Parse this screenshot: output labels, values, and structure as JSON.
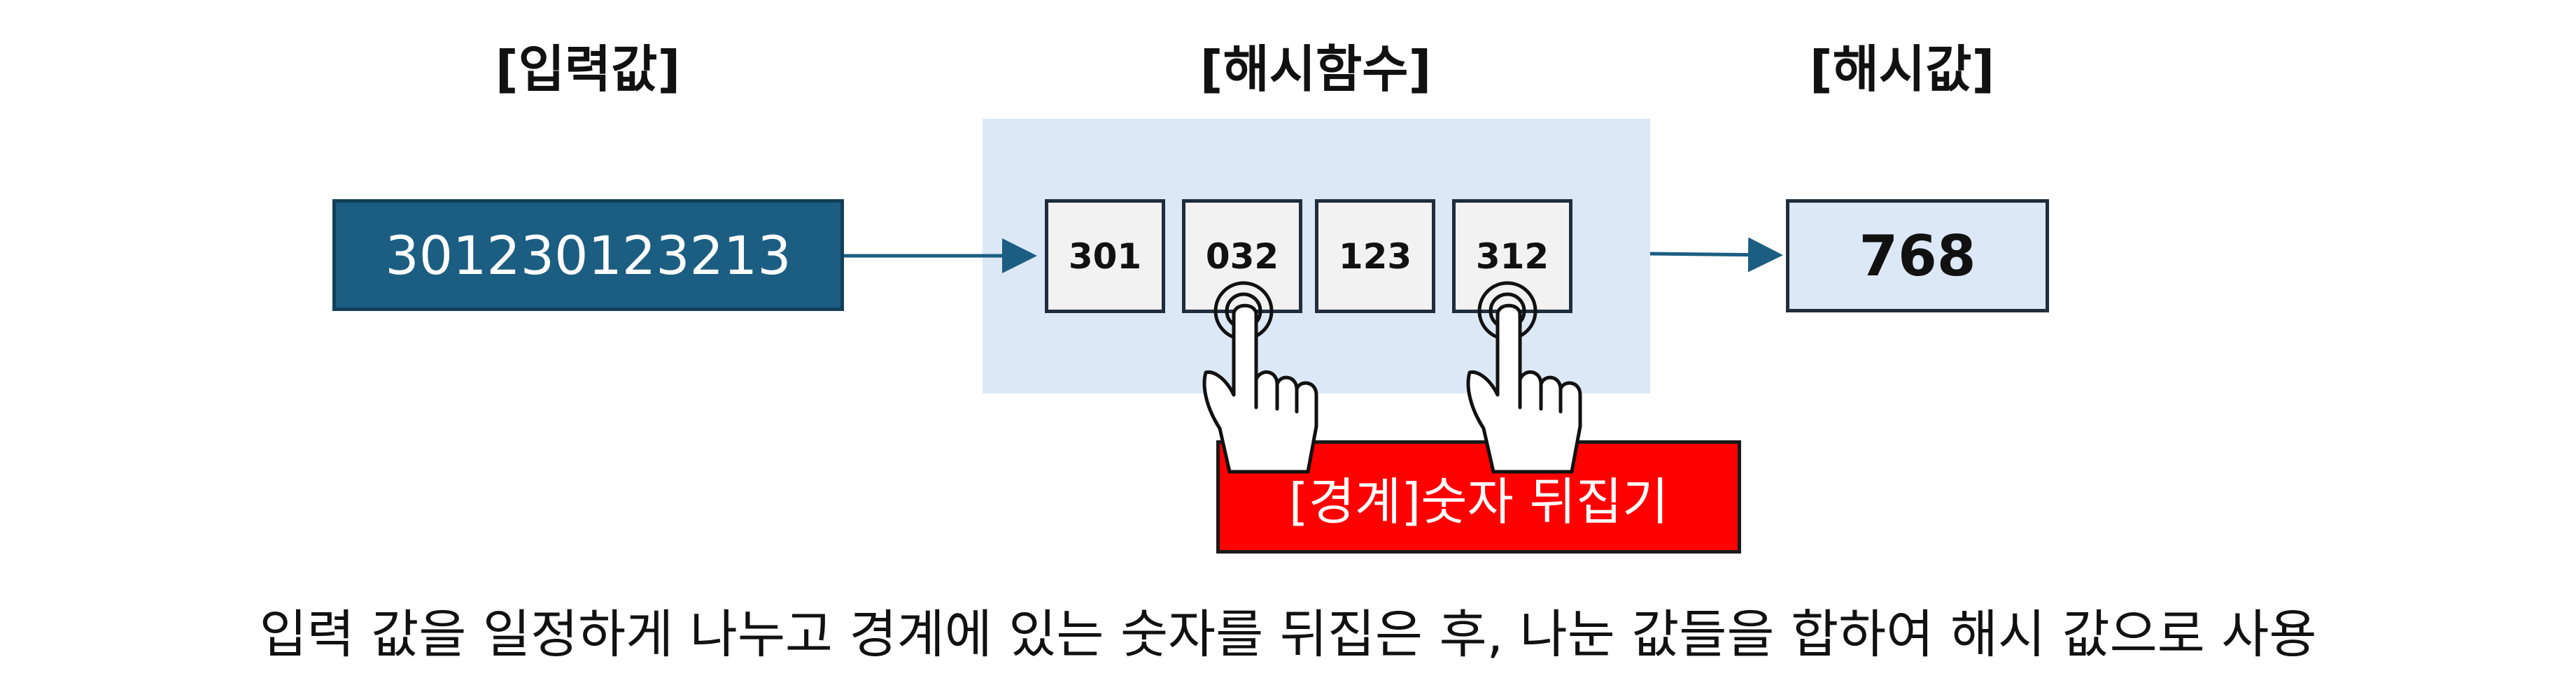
{
  "headings": {
    "input": "[입력값]",
    "function": "[해시함수]",
    "output": "[해시값]"
  },
  "input_value": "301230123213",
  "chunks": [
    "301",
    "032",
    "123",
    "312"
  ],
  "hash_value": "768",
  "reverse_label": "[경계]숫자 뒤집기",
  "caption": "입력 값을 일정하게 나누고 경계에 있는 숫자를 뒤집은 후, 나눈 값들을 합하여 해시 값으로 사용",
  "colors": {
    "input_box": "#1b5e82",
    "function_panel": "#dce8f5",
    "chunk_box": "#f2f2f2",
    "output_box": "#dce8f5",
    "label_box": "#ff0000",
    "arrow": "#1b5e82"
  },
  "icons": [
    "pointing-hand-icon",
    "pointing-hand-icon"
  ]
}
